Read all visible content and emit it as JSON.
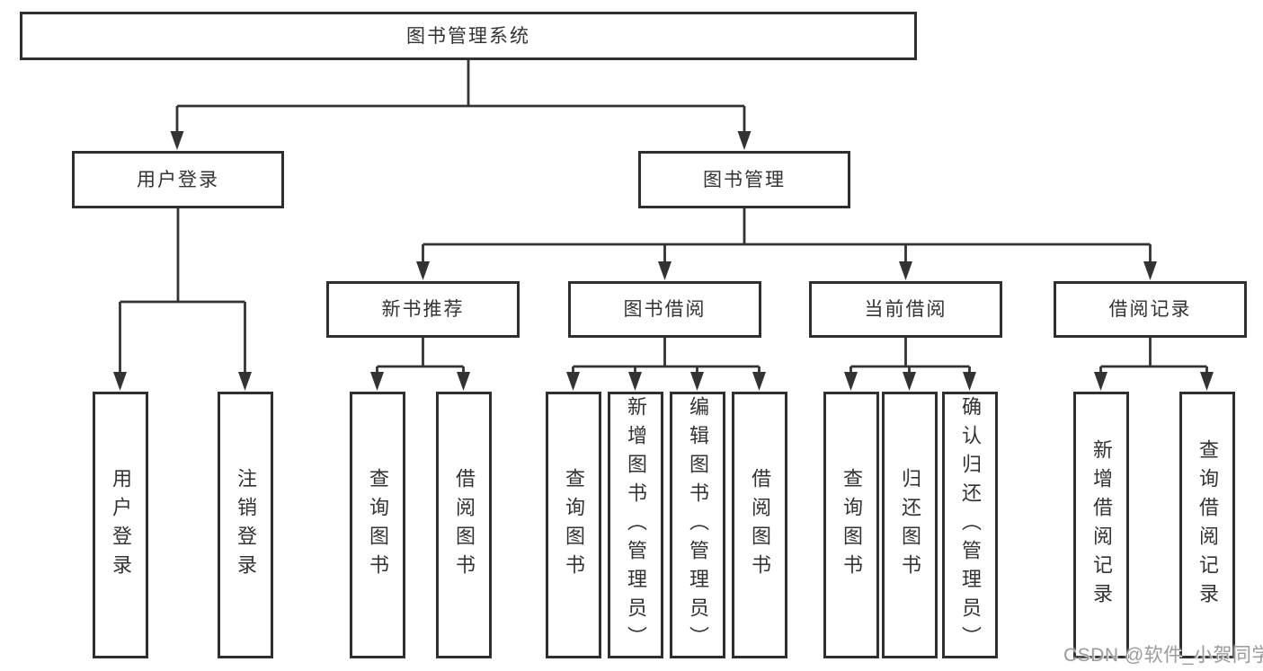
{
  "diagram": {
    "root": {
      "label": "图书管理系统"
    },
    "level2": [
      {
        "label": "用户登录"
      },
      {
        "label": "图书管理"
      }
    ],
    "level3": [
      {
        "label": "新书推荐"
      },
      {
        "label": "图书借阅"
      },
      {
        "label": "当前借阅"
      },
      {
        "label": "借阅记录"
      }
    ],
    "leaves": [
      {
        "label": "用户登录"
      },
      {
        "label": "注销登录"
      },
      {
        "label": "查询图书"
      },
      {
        "label": "借阅图书"
      },
      {
        "label": "查询图书"
      },
      {
        "label": "新增图书（管理员）"
      },
      {
        "label": "编辑图书（管理员）"
      },
      {
        "label": "借阅图书"
      },
      {
        "label": "查询图书"
      },
      {
        "label": "归还图书"
      },
      {
        "label": "确认归还（管理员）"
      },
      {
        "label": "新增借阅记录"
      },
      {
        "label": "查询借阅记录"
      }
    ]
  },
  "watermark": {
    "text": "CSDN @软件_小贺同学"
  },
  "colors": {
    "background": "#ffffff",
    "line": "#333333",
    "box_border": "#2f2f2f",
    "text": "#333333",
    "watermark": "#9c9c9c"
  }
}
